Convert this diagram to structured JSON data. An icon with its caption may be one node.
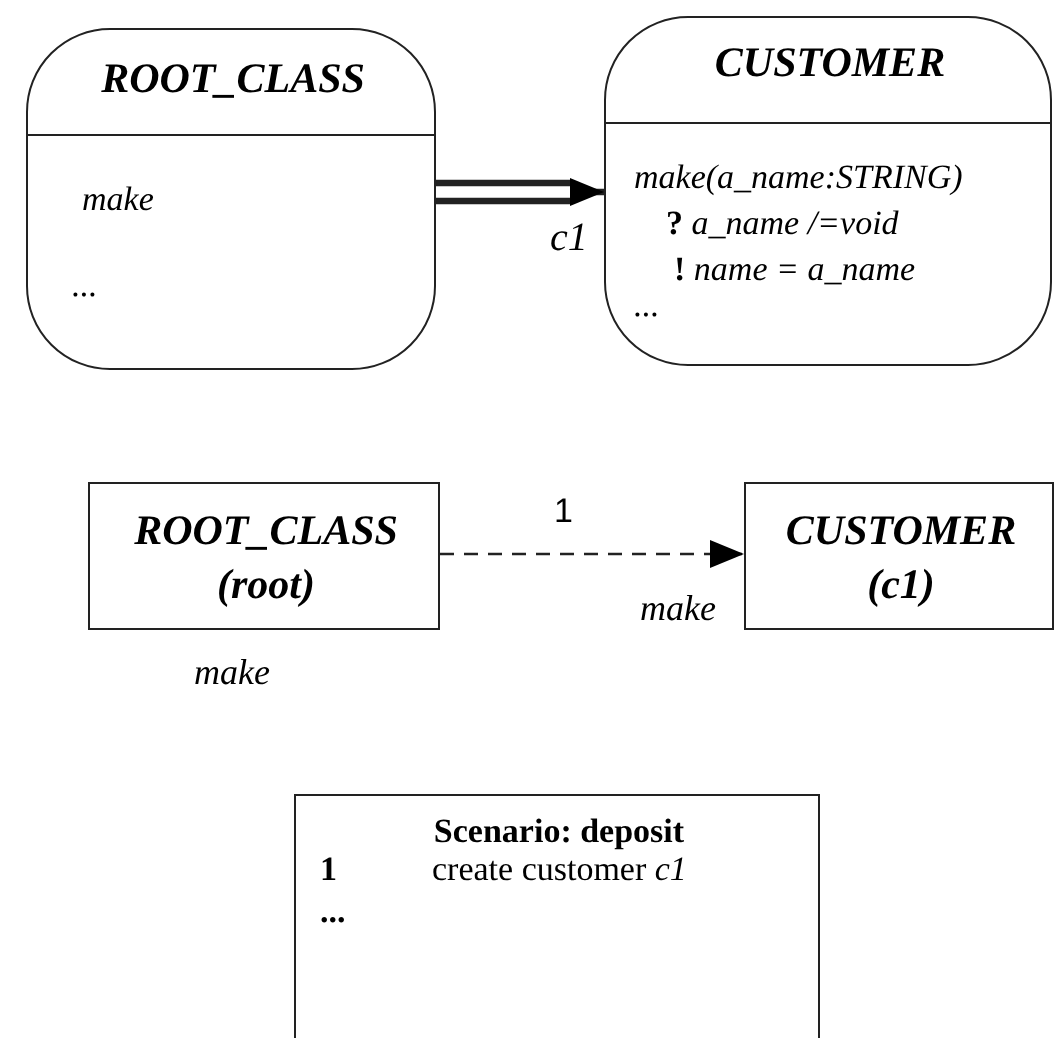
{
  "diagram": {
    "nodes": [
      {
        "text": [
          "ROOT_CLASS",
          "make",
          "..."
        ]
      },
      {
        "text": [
          "CUSTOMER",
          "make(a_name:STRING)",
          "**?** a_name /=void",
          "**!** name = a_name",
          "..."
        ]
      },
      {
        "text": [
          "ROOT_CLASS",
          "(root)"
        ],
        "beside": [
          "make"
        ]
      },
      {
        "text": [
          "CUSTOMER",
          "(c1)"
        ],
        "beside": [
          "make"
        ]
      },
      {
        "text": [
          "Scenario: deposit",
          "1",
          "create customer *c1*",
          "..."
        ]
      }
    ],
    "edges": [
      {
        "from": 0,
        "to": 1,
        "arrow": "to",
        "label": "c1",
        "style": "thick"
      },
      {
        "from": 2,
        "to": 3,
        "arrow": "to",
        "label": "1",
        "style": "dashed"
      }
    ]
  }
}
